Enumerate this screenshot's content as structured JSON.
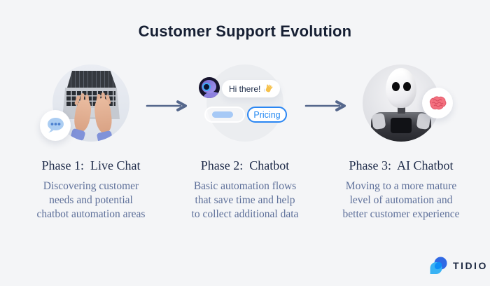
{
  "title": "Customer Support Evolution",
  "phases": [
    {
      "label": "Phase 1:  Live Chat",
      "description_lines": [
        "Discovering customer",
        "needs and potential",
        "chatbot automation areas"
      ],
      "badge_icon": "chat-bubble-icon"
    },
    {
      "label": "Phase 2:  Chatbot",
      "description_lines": [
        "Basic automation flows",
        "that save time and help",
        "to collect additional data"
      ],
      "illustration": {
        "message": "Hi there!",
        "greeting_icon": "waving-hand-icon",
        "button_label": "Pricing"
      }
    },
    {
      "label": "Phase 3:  AI Chatbot",
      "description_lines": [
        "Moving to a more mature",
        "level of automation and",
        "better customer experience"
      ],
      "badge_icon": "brain-icon"
    }
  ],
  "brand": {
    "name": "TIDIO"
  },
  "colors": {
    "background": "#f4f5f7",
    "heading": "#161f33",
    "phase_title": "#1e2b49",
    "description": "#5d6f99",
    "arrow": "#55678c",
    "accent_blue": "#2a86f3",
    "light_blue": "#a6c9f6",
    "brain_pink": "#f3717f",
    "logo_blue": "#3069e4",
    "logo_cyan": "#38b2f4"
  }
}
